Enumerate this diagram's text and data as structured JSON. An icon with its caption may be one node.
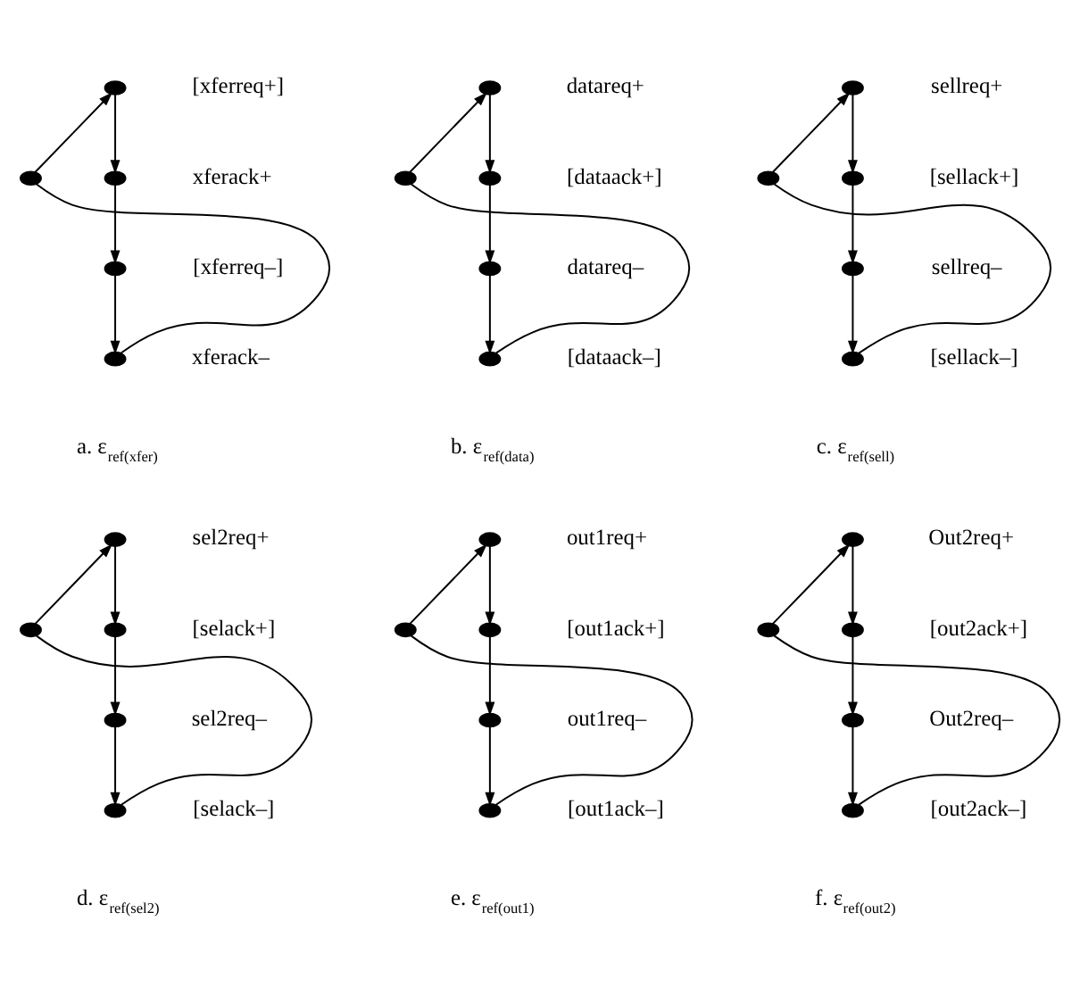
{
  "diagram": {
    "nodes": [
      {
        "text": [],
        "shape": "circle",
        "beside": [
          "[xferreq+]"
        ]
      },
      {
        "text": [],
        "shape": "circle",
        "beside": [
          "xferack+"
        ]
      },
      {
        "text": [],
        "shape": "circle",
        "beside": [
          "[xferreq–]"
        ]
      },
      {
        "text": [],
        "shape": "circle",
        "beside": [
          "xferack–"
        ]
      },
      {
        "text": [],
        "shape": "circle"
      },
      {
        "text": [],
        "shape": "circle",
        "beside": [
          "datareq+"
        ]
      },
      {
        "text": [],
        "shape": "circle",
        "beside": [
          "[dataack+]"
        ]
      },
      {
        "text": [],
        "shape": "circle",
        "beside": [
          "datareq–"
        ]
      },
      {
        "text": [],
        "shape": "circle",
        "beside": [
          "[dataack–]"
        ]
      },
      {
        "text": [],
        "shape": "circle"
      },
      {
        "text": [],
        "shape": "circle",
        "beside": [
          "sellreq+"
        ]
      },
      {
        "text": [],
        "shape": "circle",
        "beside": [
          "[sellack+]"
        ]
      },
      {
        "text": [],
        "shape": "circle",
        "beside": [
          "sellreq–"
        ]
      },
      {
        "text": [],
        "shape": "circle",
        "beside": [
          "[sellack–]"
        ]
      },
      {
        "text": [],
        "shape": "circle"
      },
      {
        "text": [],
        "shape": "circle",
        "beside": [
          "sel2req+"
        ]
      },
      {
        "text": [],
        "shape": "circle",
        "beside": [
          "[selack+]"
        ]
      },
      {
        "text": [],
        "shape": "circle",
        "beside": [
          "sel2req–"
        ]
      },
      {
        "text": [],
        "shape": "circle",
        "beside": [
          "[selack–]"
        ]
      },
      {
        "text": [],
        "shape": "circle"
      },
      {
        "text": [],
        "shape": "circle",
        "beside": [
          "out1req+"
        ]
      },
      {
        "text": [],
        "shape": "circle",
        "beside": [
          "[out1ack+]"
        ]
      },
      {
        "text": [],
        "shape": "circle",
        "beside": [
          "out1req–"
        ]
      },
      {
        "text": [],
        "shape": "circle",
        "beside": [
          "[out1ack–]"
        ]
      },
      {
        "text": [],
        "shape": "circle"
      },
      {
        "text": [],
        "shape": "circle",
        "beside": [
          "Out2req+"
        ]
      },
      {
        "text": [],
        "shape": "circle",
        "beside": [
          "[out2ack+]"
        ]
      },
      {
        "text": [],
        "shape": "circle",
        "beside": [
          "Out2req–"
        ]
      },
      {
        "text": [],
        "shape": "circle",
        "beside": [
          "[out2ack–]"
        ]
      },
      {
        "text": [],
        "shape": "circle"
      }
    ],
    "edges": [
      {
        "from": 0,
        "to": 1,
        "arrow": "to"
      },
      {
        "from": 1,
        "to": 2,
        "arrow": "to"
      },
      {
        "from": 2,
        "to": 3,
        "arrow": "to"
      },
      {
        "from": 3,
        "to": 4,
        "arrow": "none"
      },
      {
        "from": 4,
        "to": 0,
        "arrow": "to"
      },
      {
        "from": 5,
        "to": 6,
        "arrow": "to"
      },
      {
        "from": 6,
        "to": 7,
        "arrow": "to"
      },
      {
        "from": 7,
        "to": 8,
        "arrow": "to"
      },
      {
        "from": 8,
        "to": 9,
        "arrow": "none"
      },
      {
        "from": 9,
        "to": 5,
        "arrow": "to"
      },
      {
        "from": 10,
        "to": 11,
        "arrow": "to"
      },
      {
        "from": 11,
        "to": 12,
        "arrow": "to"
      },
      {
        "from": 12,
        "to": 13,
        "arrow": "to"
      },
      {
        "from": 13,
        "to": 14,
        "arrow": "none"
      },
      {
        "from": 14,
        "to": 10,
        "arrow": "to"
      },
      {
        "from": 15,
        "to": 16,
        "arrow": "to"
      },
      {
        "from": 16,
        "to": 17,
        "arrow": "to"
      },
      {
        "from": 17,
        "to": 18,
        "arrow": "to"
      },
      {
        "from": 18,
        "to": 19,
        "arrow": "none"
      },
      {
        "from": 19,
        "to": 15,
        "arrow": "to"
      },
      {
        "from": 20,
        "to": 21,
        "arrow": "to"
      },
      {
        "from": 21,
        "to": 22,
        "arrow": "to"
      },
      {
        "from": 22,
        "to": 23,
        "arrow": "to"
      },
      {
        "from": 23,
        "to": 24,
        "arrow": "none"
      },
      {
        "from": 24,
        "to": 20,
        "arrow": "to"
      },
      {
        "from": 25,
        "to": 26,
        "arrow": "to"
      },
      {
        "from": 26,
        "to": 27,
        "arrow": "to"
      },
      {
        "from": 27,
        "to": 28,
        "arrow": "to"
      },
      {
        "from": 28,
        "to": 29,
        "arrow": "none"
      },
      {
        "from": 29,
        "to": 25,
        "arrow": "to"
      }
    ],
    "labels": [
      "a. ε$_{ref(xfer)}$",
      "b. ε$_{ref(data)}$",
      "c. ε$_{ref(sell)}$",
      "d. ε$_{ref(sel2)}$",
      "e. ε$_{ref(out1)}$",
      "f. ε$_{ref(out2)}$"
    ]
  }
}
